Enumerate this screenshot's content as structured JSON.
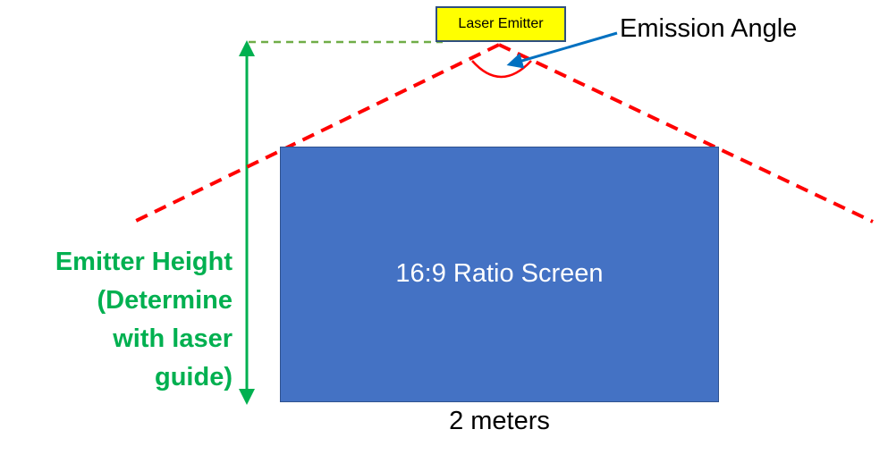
{
  "diagram": {
    "emitter_label": "Laser Emitter",
    "angle_label": "Emission Angle",
    "screen_label": "16:9 Ratio Screen",
    "width_label": "2 meters",
    "height_label_lines": [
      "Emitter Height",
      "(Determine",
      "with laser",
      "guide)"
    ]
  },
  "colors": {
    "beam": "#ff0000",
    "height_marker": "#00b050",
    "screen_fill": "#4472c4",
    "emitter_fill": "#ffff00",
    "pointer": "#0070c0"
  }
}
